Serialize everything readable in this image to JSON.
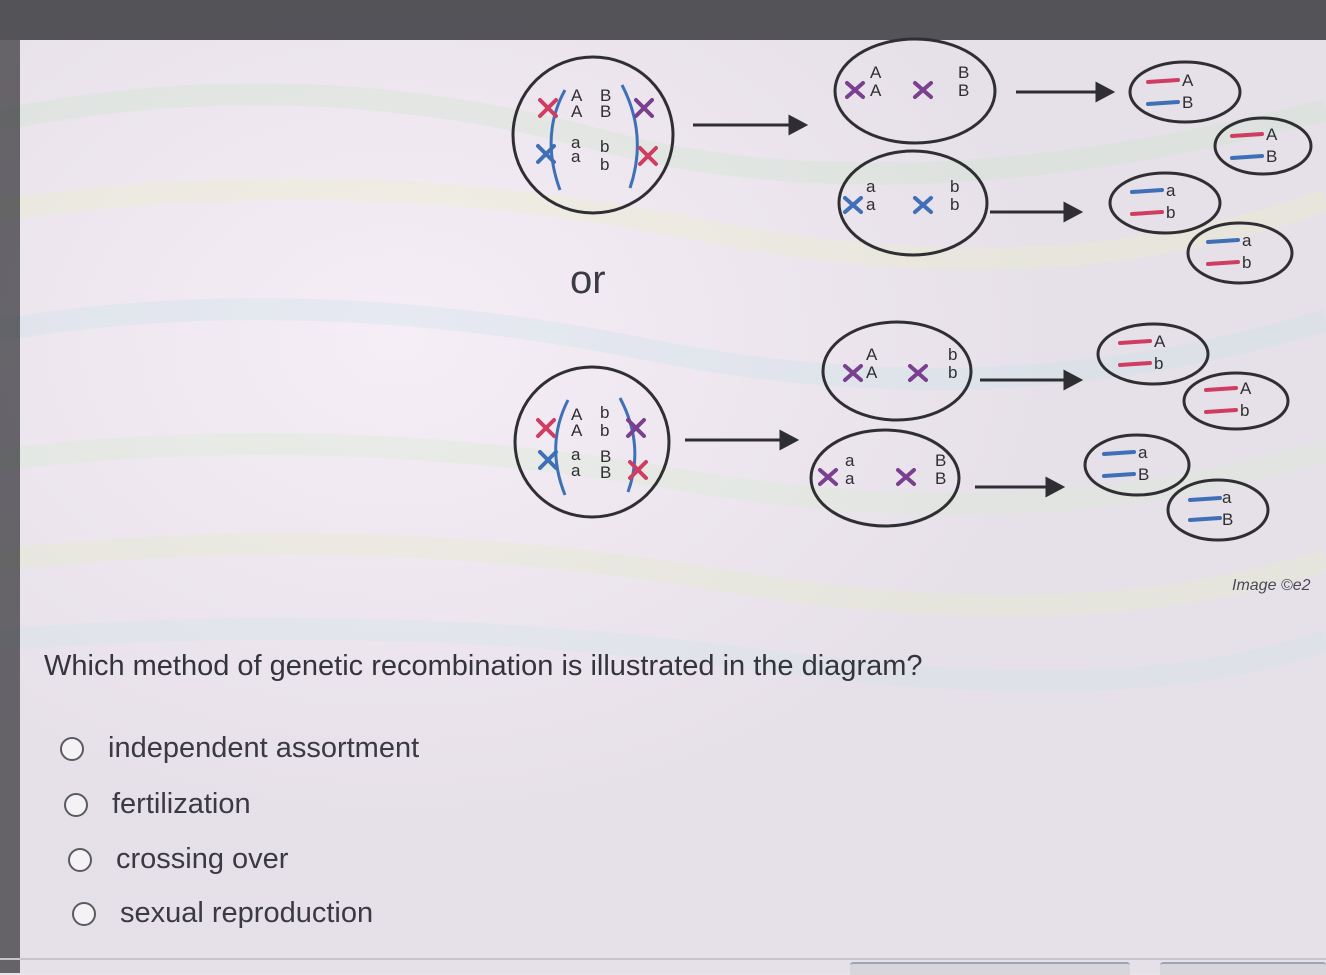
{
  "diagram": {
    "or_label": "or",
    "credit": "Image ©e2",
    "cell_labels": {
      "top": {
        "parent": [
          [
            "A",
            "A",
            "B",
            "B"
          ],
          [
            "a",
            "a",
            "b",
            "b"
          ]
        ],
        "daughter1": [
          [
            "A",
            "A"
          ],
          [
            "B",
            "B"
          ]
        ],
        "daughter2": [
          [
            "a",
            "a"
          ],
          [
            "b",
            "b"
          ]
        ],
        "gametes": [
          [
            "A",
            "B"
          ],
          [
            "A",
            "B"
          ],
          [
            "a",
            "b"
          ],
          [
            "a",
            "b"
          ]
        ]
      },
      "bottom": {
        "parent": [
          [
            "A",
            "A",
            "b",
            "b"
          ],
          [
            "a",
            "a",
            "B",
            "B"
          ]
        ],
        "daughter1": [
          [
            "A",
            "A"
          ],
          [
            "b",
            "b"
          ]
        ],
        "daughter2": [
          [
            "a",
            "a"
          ],
          [
            "B",
            "B"
          ]
        ],
        "gametes": [
          [
            "A",
            "b"
          ],
          [
            "A",
            "b"
          ],
          [
            "a",
            "B"
          ],
          [
            "a",
            "B"
          ]
        ]
      }
    },
    "colors": {
      "cell_outline": "#2f2f33",
      "arrow": "#2f2f33",
      "chromosome_red": "#cf3d62",
      "chromosome_blue": "#3f6fb6",
      "chromosome_purple": "#7a3f8f"
    }
  },
  "question": {
    "text": "Which method of genetic recombination is illustrated in the diagram?",
    "options": [
      {
        "label": "independent assortment",
        "selected": false
      },
      {
        "label": "fertilization",
        "selected": false
      },
      {
        "label": "crossing over",
        "selected": false
      },
      {
        "label": "sexual reproduction",
        "selected": false
      }
    ]
  }
}
